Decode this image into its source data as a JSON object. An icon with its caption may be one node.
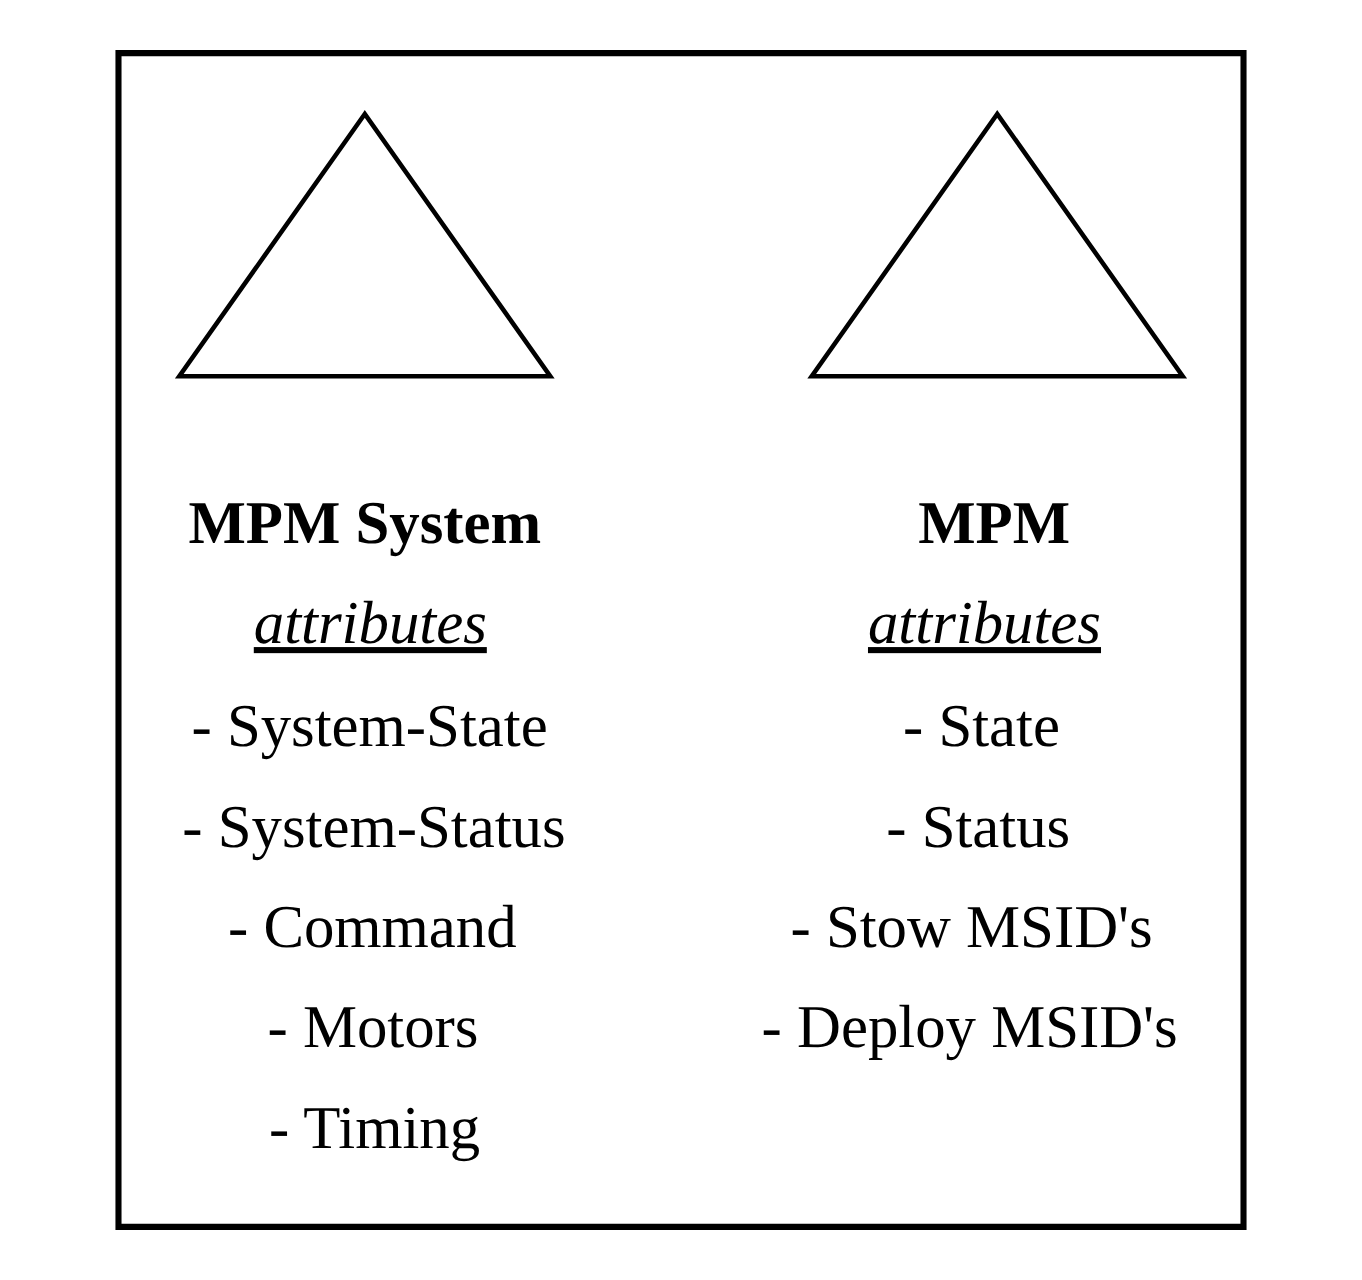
{
  "diagram": {
    "nodes": [
      {
        "text": [],
        "shape": "box"
      },
      {
        "text": [],
        "shape": "triangle",
        "in": 0
      },
      {
        "text": [],
        "shape": "triangle",
        "in": 0
      }
    ],
    "edges": [],
    "labels": [
      "MPM System",
      "attributes",
      "- System-State",
      "- System-Status",
      "- Command",
      "- Motors",
      "- Timing",
      "MPM",
      "attributes",
      "- State",
      "- Status",
      "- Stow MSID's",
      "- Deploy MSID's"
    ]
  }
}
